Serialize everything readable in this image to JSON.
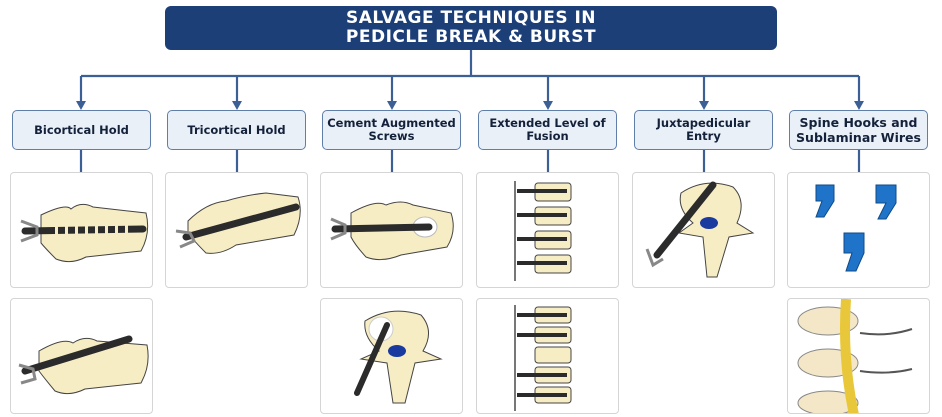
{
  "title": {
    "line1": "SALVAGE TECHNIQUES IN",
    "line2": "PEDICLE BREAK & BURST"
  },
  "columns": [
    {
      "label": "Bicortical Hold"
    },
    {
      "label": "Tricortical Hold"
    },
    {
      "label": "Cement Augmented Screws"
    },
    {
      "label": "Extended Level of Fusion"
    },
    {
      "label": "Juxtapedicular Entry"
    },
    {
      "label": "Spine Hooks and Sublaminar Wires"
    }
  ],
  "colors": {
    "title_bg": "#1c3f78",
    "connector": "#3c5f96",
    "label_bg": "#eaf0f7",
    "bone": "#f7edc4",
    "screw": "#2b2b2b",
    "hook": "#1f74c9"
  }
}
